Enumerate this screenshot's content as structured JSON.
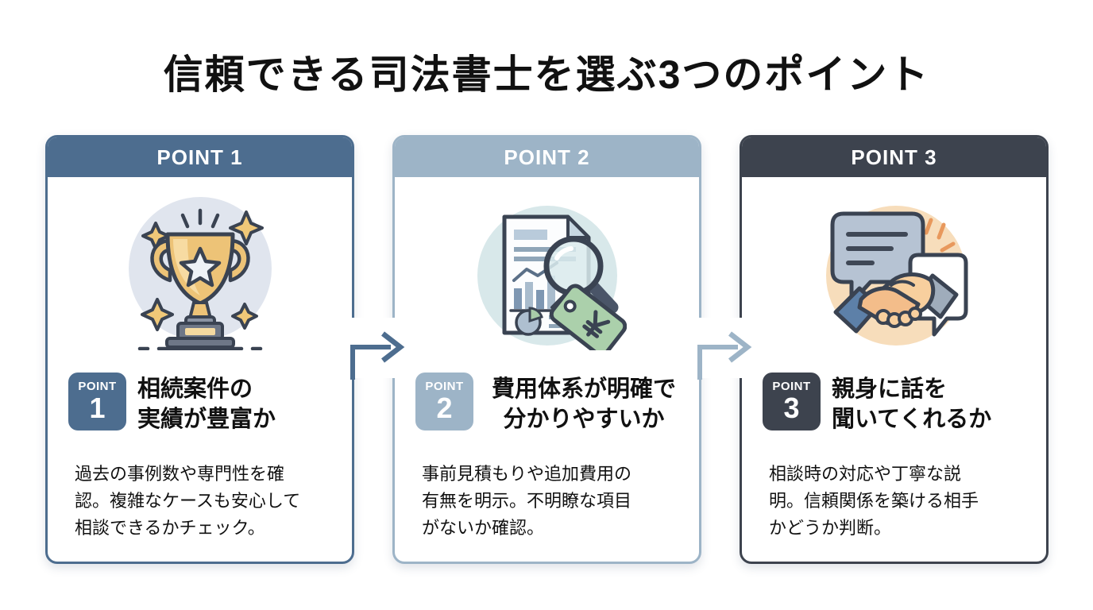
{
  "title": "信頼できる司法書士を選ぶ3つのポイント",
  "background_color": "#ffffff",
  "title_color": "#111111",
  "cards": [
    {
      "header": "POINT 1",
      "badge_label": "POINT",
      "badge_number": "1",
      "color": "#4d6d8f",
      "icon": "trophy-icon",
      "heading_lines": [
        "相続案件の",
        "実績が豊富か"
      ],
      "desc_lines": [
        "過去の事例数や専門性を確",
        "認。複雑なケースも安心して",
        "相談できるかチェック。"
      ]
    },
    {
      "header": "POINT 2",
      "badge_label": "POINT",
      "badge_number": "2",
      "color": "#9db4c7",
      "icon": "document-magnifier-icon",
      "heading_lines": [
        "費用体系が明確で",
        "分かりやすいか"
      ],
      "desc_lines": [
        "事前見積もりや追加費用の",
        "有無を明示。不明瞭な項目",
        "がないか確認。"
      ]
    },
    {
      "header": "POINT 3",
      "badge_label": "POINT",
      "badge_number": "3",
      "color": "#3d434e",
      "icon": "handshake-icon",
      "heading_lines": [
        "親身に話を",
        "聞いてくれるか"
      ],
      "desc_lines": [
        "相談時の対応や丁寧な説",
        "明。信頼関係を築ける相手",
        "かどうか判断。"
      ]
    }
  ],
  "arrows": [
    {
      "direction": "right",
      "color": "#4d6d8f"
    },
    {
      "direction": "right",
      "color": "#9db4c7"
    }
  ]
}
